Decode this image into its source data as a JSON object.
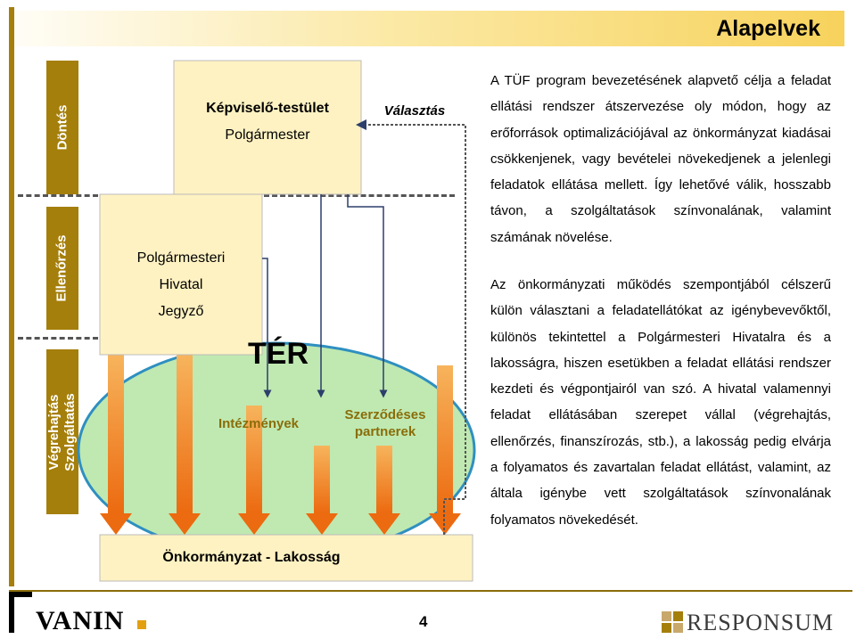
{
  "title": "Alapelvek",
  "bands": {
    "decision": "Döntés",
    "control": "Ellenőrzés",
    "execution_line1": "Végrehajtás",
    "execution_line2": "Szolgáltatás"
  },
  "diagram": {
    "council_line1": "Képviselő-testület",
    "council_line2": "Polgármester",
    "election": "Választás",
    "office_line1": "Polgármesteri",
    "office_line2": "Hivatal",
    "office_line3": "Jegyző",
    "space": "TÉR",
    "institutions": "Intézmények",
    "partners_line1": "Szerződéses",
    "partners_line2": "partnerek",
    "population": "Önkormányzat - Lakosság"
  },
  "body": {
    "p1": "A TÜF program bevezetésének alapvető célja a feladat ellátási rendszer átszervezése oly módon, hogy az erőforrások optimalizációjával az önkormányzat kiadásai csökkenjenek, vagy bevételei növekedjenek a jelenlegi feladatok ellátása mellett. Így lehetővé válik, hosszabb távon, a szolgáltatások színvonalának, valamint számának növelése.",
    "p2": "Az önkormányzati működés szempontjából célszerű külön választani a feladatellátókat az igénybevevőktől, különös tekintettel a Polgármesteri Hivatalra és a lakosságra, hiszen esetükben a feladat ellátási rendszer kezdeti és végpontjairól van szó. A hivatal valamennyi feladat ellátásában szerepet vállal (végrehajtás, ellenőrzés, finanszírozás, stb.), a lakosság pedig elvárja a folyamatos és zavartalan feladat ellátást, valamint, az általa igénybe vett szolgáltatások színvonalának folyamatos növekedését."
  },
  "footer": {
    "page_number": "4",
    "logo_left": "VANIN",
    "logo_right": "RESPONSUM"
  },
  "colors": {
    "band": "#a57f0b",
    "cream": "#fff2c2",
    "arrow": "#f07a1e",
    "ellipse": "#bfe9b1",
    "ellipse_border": "#2f8fc0",
    "connector": "#3b5998"
  }
}
